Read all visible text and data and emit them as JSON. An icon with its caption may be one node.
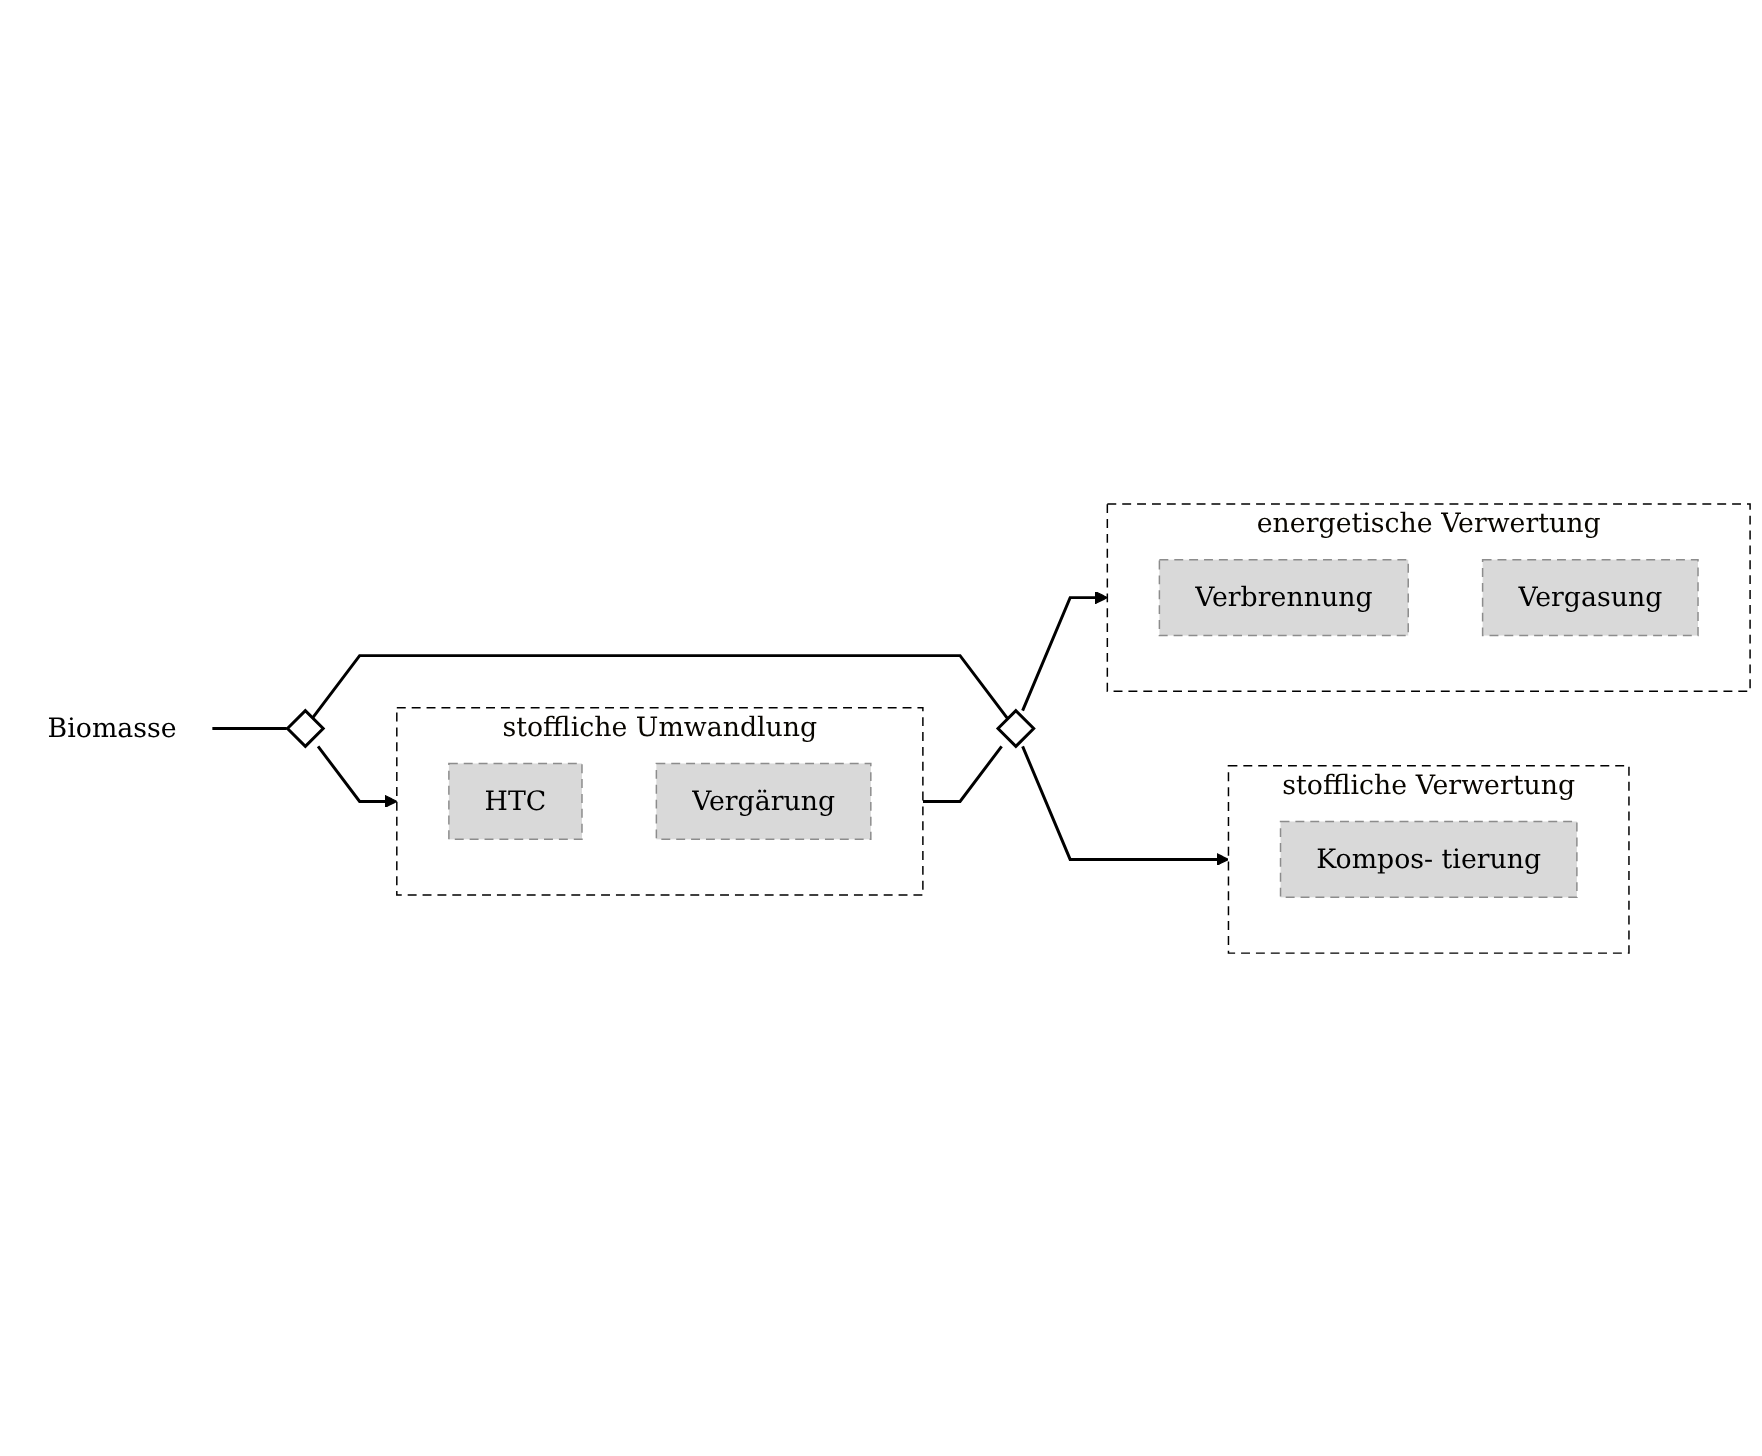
{
  "diagram": {
    "nodes": [
      {
        "text": [
          "Biomasse"
        ]
      },
      {
        "text": [],
        "shape": "diamond"
      },
      {
        "text": [
          "stoffliche Umwandlung"
        ]
      },
      {
        "text": [
          "HTC"
        ],
        "in": 2
      },
      {
        "text": [
          "Vergärung"
        ],
        "in": 2
      },
      {
        "text": [],
        "shape": "diamond"
      },
      {
        "text": [
          "energetische Verwertung"
        ]
      },
      {
        "text": [
          "Verbrennung"
        ],
        "in": 6
      },
      {
        "text": [
          "Vergasung"
        ],
        "in": 6
      },
      {
        "text": [
          "stoffliche Verwertung"
        ]
      },
      {
        "text": [
          "Kompos- tierung"
        ],
        "in": 9
      }
    ],
    "edges": [
      {
        "from": 0,
        "to": 1,
        "arrow": "none"
      },
      {
        "from": 1,
        "to": 2,
        "arrow": "to"
      },
      {
        "from": 2,
        "to": 5,
        "arrow": "none"
      },
      {
        "from": 5,
        "to": 6,
        "arrow": "to"
      },
      {
        "from": 5,
        "to": 9,
        "arrow": "to"
      },
      {
        "from": 1,
        "to": 5,
        "arrow": "none"
      }
    ]
  }
}
